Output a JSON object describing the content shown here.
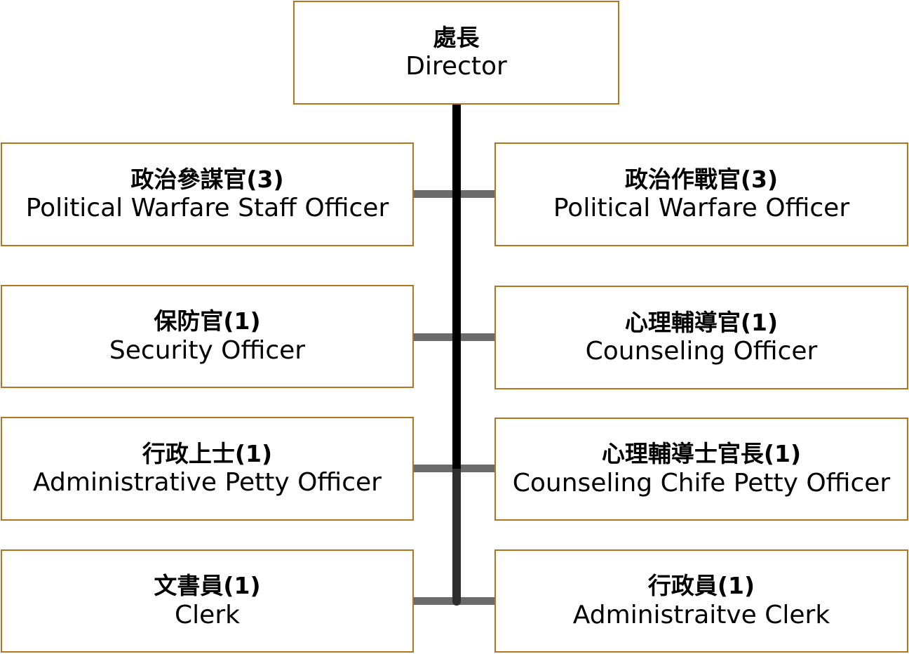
{
  "org_chart": {
    "director": {
      "zh": "處長",
      "en": "Director"
    },
    "positions": [
      {
        "id": "staff",
        "zh": "政治參謀官(3)",
        "en": "Political Warfare Staff Officer"
      },
      {
        "id": "pwo",
        "zh": "政治作戰官(3)",
        "en": "Political Warfare Officer"
      },
      {
        "id": "security",
        "zh": "保防官(1)",
        "en": "Security Officer"
      },
      {
        "id": "counsel",
        "zh": "心理輔導官(1)",
        "en": "Counseling Officer"
      },
      {
        "id": "adminpo",
        "zh": "行政上士(1)",
        "en": "Administrative Petty Officer"
      },
      {
        "id": "cpo",
        "zh": "心理輔導士官長(1)",
        "en": "Counseling Chife Petty Officer"
      },
      {
        "id": "clerk",
        "zh": "文書員(1)",
        "en": "Clerk"
      },
      {
        "id": "aclerk",
        "zh": "行政員(1)",
        "en": "Administraitve Clerk"
      }
    ]
  },
  "colors": {
    "box_border": "#b5751f",
    "trunk": "#000000",
    "trunk_lower": "#2e2e2e",
    "connector": "#6b6b6b",
    "text": "#000000",
    "background": "#ffffff"
  }
}
